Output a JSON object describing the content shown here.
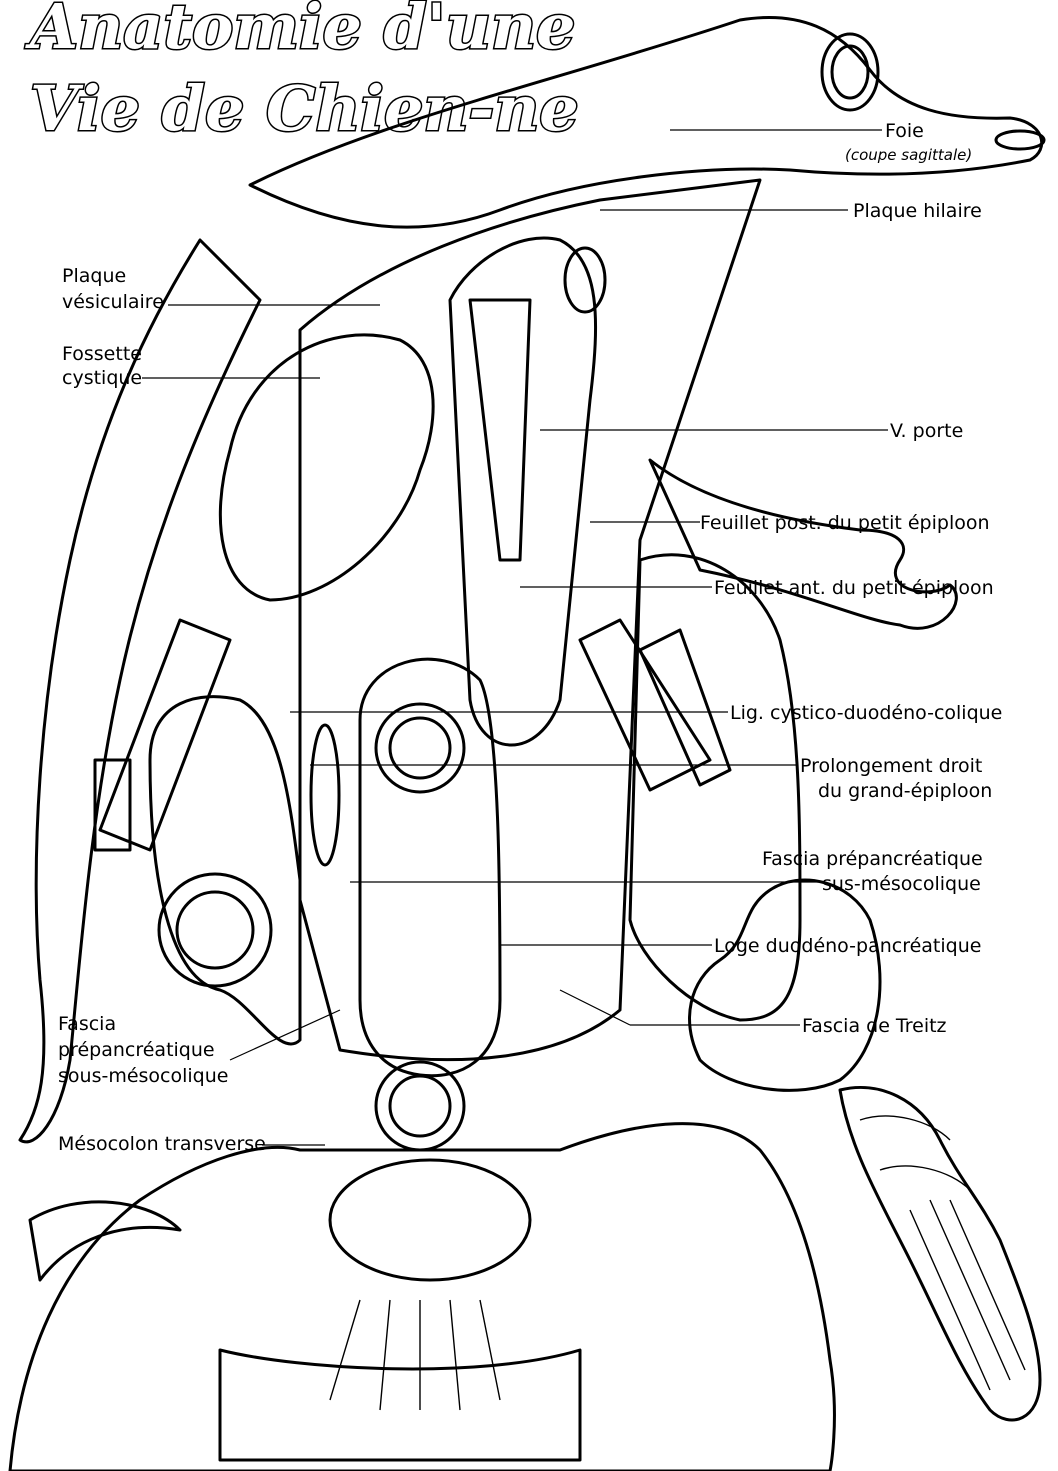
{
  "title": {
    "line1": "Anatomie d'une",
    "line2": "Vie de Chien-ne"
  },
  "labels": {
    "foie": "Foie",
    "foie_sub": "(coupe sagittale)",
    "plaque_hilaire": "Plaque hilaire",
    "plaque_vesiculaire_1": "Plaque",
    "plaque_vesiculaire_2": "vésiculaire",
    "fossette_cystique_1": "Fossette",
    "fossette_cystique_2": "cystique",
    "v_porte": "V. porte",
    "feuillet_post": "Feuillet post. du petit épiploon",
    "feuillet_ant": "Feuillet ant. du petit épiploon",
    "lig_cystico": "Lig. cystico-duodéno-colique",
    "prolongement_1": "Prolongement droit",
    "prolongement_2": "du grand-épiploon",
    "fascia_prep_r1": "Fascia prépancréatique",
    "fascia_prep_r2": "sus-mésocolique",
    "loge_duodeno": "Loge duodéno-pancréatique",
    "fascia_treitz": "Fascia de Treitz",
    "fascia_prep_l1": "Fascia",
    "fascia_prep_l2": "prépancréatique",
    "fascia_prep_l3": "sous-mésocolique",
    "mesocolon": "Mésocolon transverse"
  }
}
